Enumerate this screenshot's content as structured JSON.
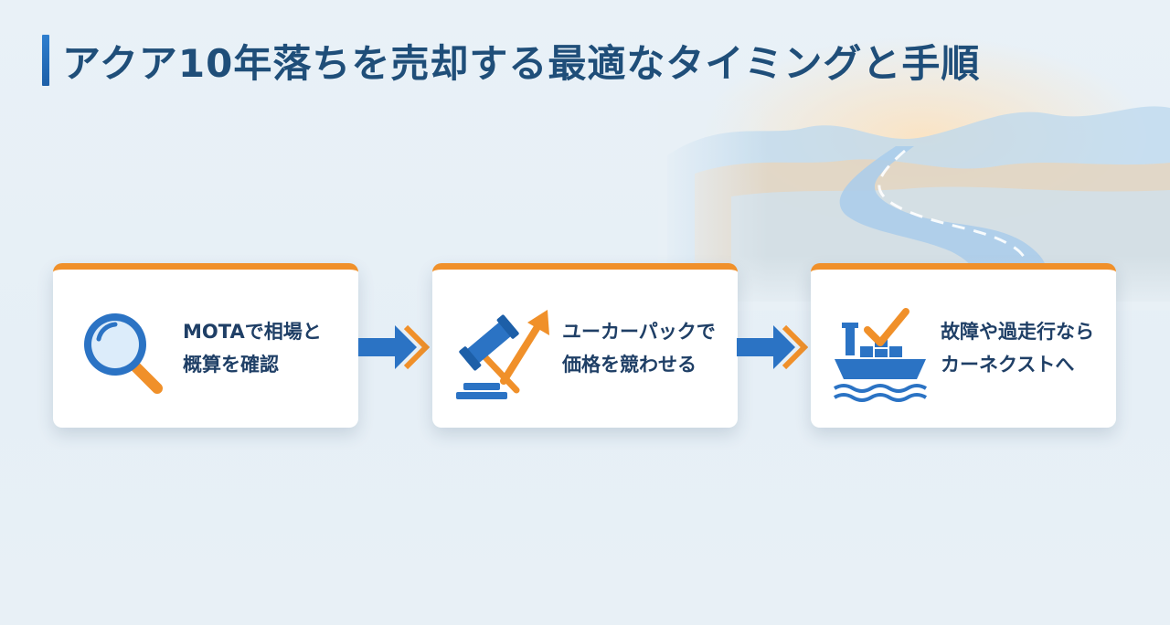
{
  "header": {
    "title": "アクア10年落ちを売却する最適なタイミングと手順"
  },
  "steps": [
    {
      "icon": "magnifying-glass-icon",
      "line1": "MOTAで相場と",
      "line2": "概算を確認"
    },
    {
      "icon": "gavel-uptrend-icon",
      "line1": "ユーカーパックで",
      "line2": "価格を競わせる"
    },
    {
      "icon": "cargo-ship-check-icon",
      "line1": "故障や過走行なら",
      "line2": "カーネクストへ"
    }
  ],
  "colors": {
    "accent_orange": "#f0902a",
    "primary_blue": "#2b73c4",
    "title_navy": "#1f4e79",
    "text_navy": "#1f3f66"
  }
}
